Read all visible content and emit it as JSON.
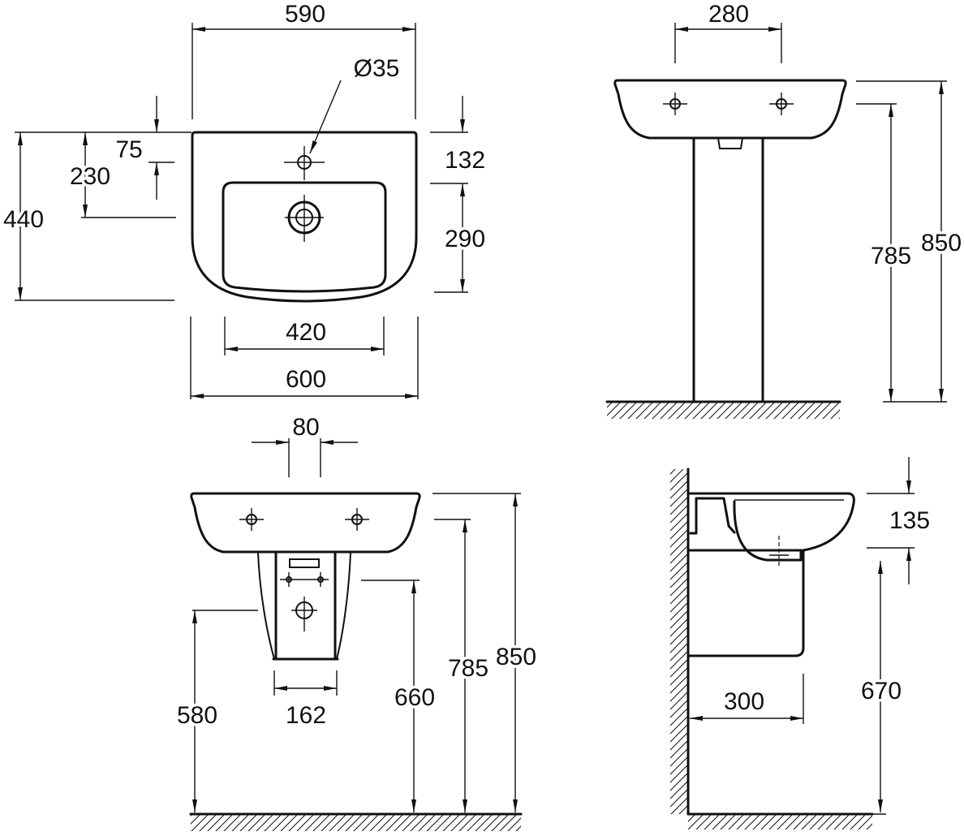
{
  "colors": {
    "line": "#111111",
    "background": "#ffffff"
  },
  "plan_view": {
    "width_top": "590",
    "tap_hole_diameter": "Ø35",
    "tap_hole_offset": "75",
    "drain_offset": "230",
    "depth": "440",
    "tap_to_bowl": "132",
    "bowl_length": "290",
    "bowl_width": "420",
    "overall_width": "600"
  },
  "pedestal_front_view": {
    "tap_hole_spacing": "280",
    "lower_height": "785",
    "rim_height": "850"
  },
  "semi_pedestal_front_view": {
    "hole_spacing": "80",
    "pedestal_width": "162",
    "drain_height": "580",
    "fixing_height": "660",
    "lower_height": "785",
    "rim_height": "850"
  },
  "semi_pedestal_side_view": {
    "bowl_depth": "135",
    "bowl_bottom_height": "670",
    "projection": "300"
  }
}
